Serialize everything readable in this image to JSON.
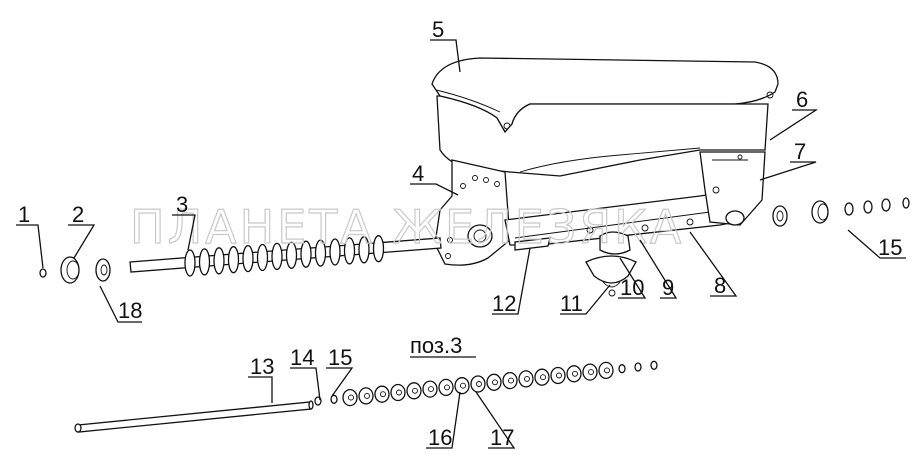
{
  "watermark": "ПЛАНЕТА ЖЕЛЕЗЯКА",
  "section_title": "поз.3",
  "callouts": {
    "c1": "1",
    "c2": "2",
    "c3": "3",
    "c4": "4",
    "c5": "5",
    "c6": "6",
    "c7": "7",
    "c8": "8",
    "c9": "9",
    "c10": "10",
    "c11": "11",
    "c12": "12",
    "c13": "13",
    "c14": "14",
    "c15a": "15",
    "c15b": "15",
    "c16": "16",
    "c17": "17",
    "c18": "18"
  }
}
